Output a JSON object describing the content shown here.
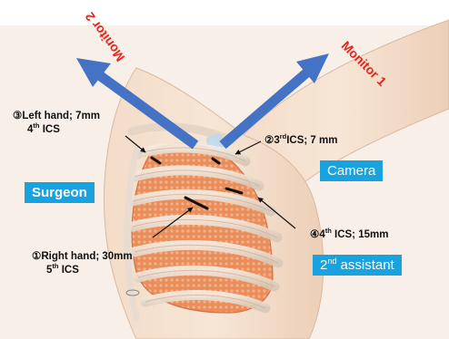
{
  "monitors": {
    "monitor_1": "Monitor 1",
    "monitor_2": "Monitor 2"
  },
  "ports": {
    "p1": {
      "number": "①",
      "text": "Right hand; 30mm",
      "ics_num": "5",
      "ics_sup": "th",
      "ics": "ICS"
    },
    "p2": {
      "number": "②",
      "ics_num": "3",
      "ics_sup": "rd",
      "text": "ICS; 7 mm"
    },
    "p3": {
      "number": "③",
      "text": "Left hand; 7mm",
      "ics_num": "4",
      "ics_sup": "th",
      "ics": "ICS"
    },
    "p4": {
      "number": "④",
      "ics_num": "4",
      "ics_sup": "th",
      "text": "ICS; 15mm"
    }
  },
  "roles": {
    "surgeon": "Surgeon",
    "camera": "Camera",
    "assistant_num": "2",
    "assistant_sup": "nd",
    "assistant": "assistant"
  },
  "colors": {
    "arrow": "#4472c4",
    "monitor_text": "#e8231a",
    "role_box": "#19a2de",
    "lung": "#e98d5a"
  }
}
